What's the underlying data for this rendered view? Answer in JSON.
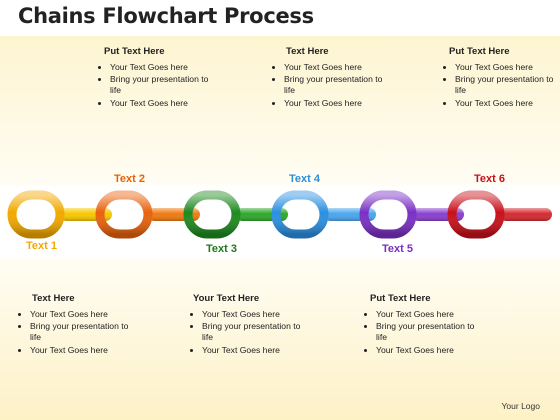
{
  "title": "Chains Flowchart Process",
  "top_blocks": [
    {
      "heading": "Put Text Here",
      "bullets": [
        "Your Text Goes here",
        "Bring your presentation to life",
        "Your Text Goes here"
      ]
    },
    {
      "heading": "Text Here",
      "bullets": [
        "Your Text Goes here",
        "Bring your presentation to life",
        "Your Text Goes here"
      ]
    },
    {
      "heading": "Put Text Here",
      "bullets": [
        "Your Text Goes here",
        "Bring your presentation to life",
        "Your Text Goes here"
      ]
    }
  ],
  "bottom_blocks": [
    {
      "heading": "Text Here",
      "bullets": [
        "Your Text Goes here",
        "Bring your presentation to life",
        "Your Text Goes here"
      ]
    },
    {
      "heading": "Your Text Here",
      "bullets": [
        "Your Text Goes here",
        "Bring your presentation to life",
        "Your Text Goes here"
      ]
    },
    {
      "heading": "Put Text Here",
      "bullets": [
        "Your Text Goes here",
        "Bring your presentation to life",
        "Your Text Goes here"
      ]
    }
  ],
  "chain_labels": [
    "Text 1",
    "Text 2",
    "Text 3",
    "Text 4",
    "Text 5",
    "Text 6"
  ],
  "chain_colors": [
    "#f2a900",
    "#e8620c",
    "#1e8a1e",
    "#2b8fe0",
    "#7a2fc4",
    "#c8101a"
  ],
  "link_colors": [
    "#f7c800",
    "#f07a10",
    "#2fa82a",
    "#49a6ee",
    "#8a3fd0",
    "#d42a30"
  ],
  "logo": "Your Logo"
}
